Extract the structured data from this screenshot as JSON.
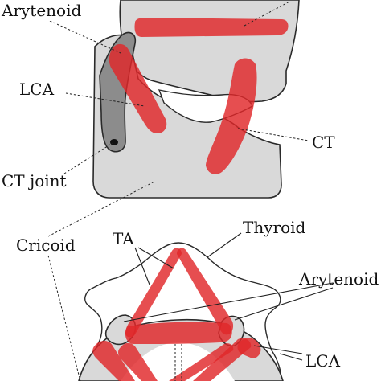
{
  "labels": {
    "arytenoid_top": "Arytenoid",
    "lca_side": "LCA",
    "ct": "CT",
    "ct_joint": "CT joint",
    "cricoid": "Cricoid",
    "ta": "TA",
    "thyroid": "Thyroid",
    "arytenoid_bottom": "Arytenoid",
    "lca_bottom": "LCA"
  },
  "colors": {
    "cartilage": "#d9d9d9",
    "cartilage_dark": "#8c8c8c",
    "muscle": "#e0272a",
    "outline": "#2a2a2a"
  }
}
